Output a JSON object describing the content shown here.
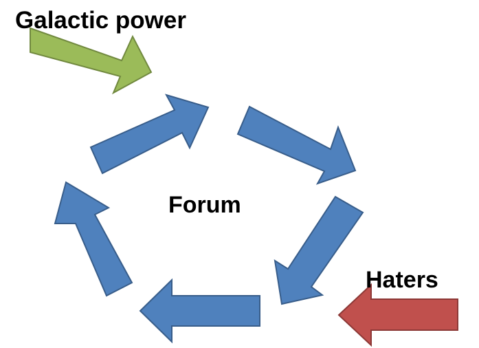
{
  "labels": {
    "galactic_power": "Galactic power",
    "forum": "Forum",
    "haters": "Haters"
  },
  "colors": {
    "cycle_fill": "#4F81BD",
    "cycle_stroke": "#385D8A",
    "input_fill": "#9BBB59",
    "input_stroke": "#71893F",
    "opposition_fill": "#C0504D",
    "opposition_stroke": "#8C3836",
    "text": "#000000",
    "background": "#FFFFFF"
  }
}
